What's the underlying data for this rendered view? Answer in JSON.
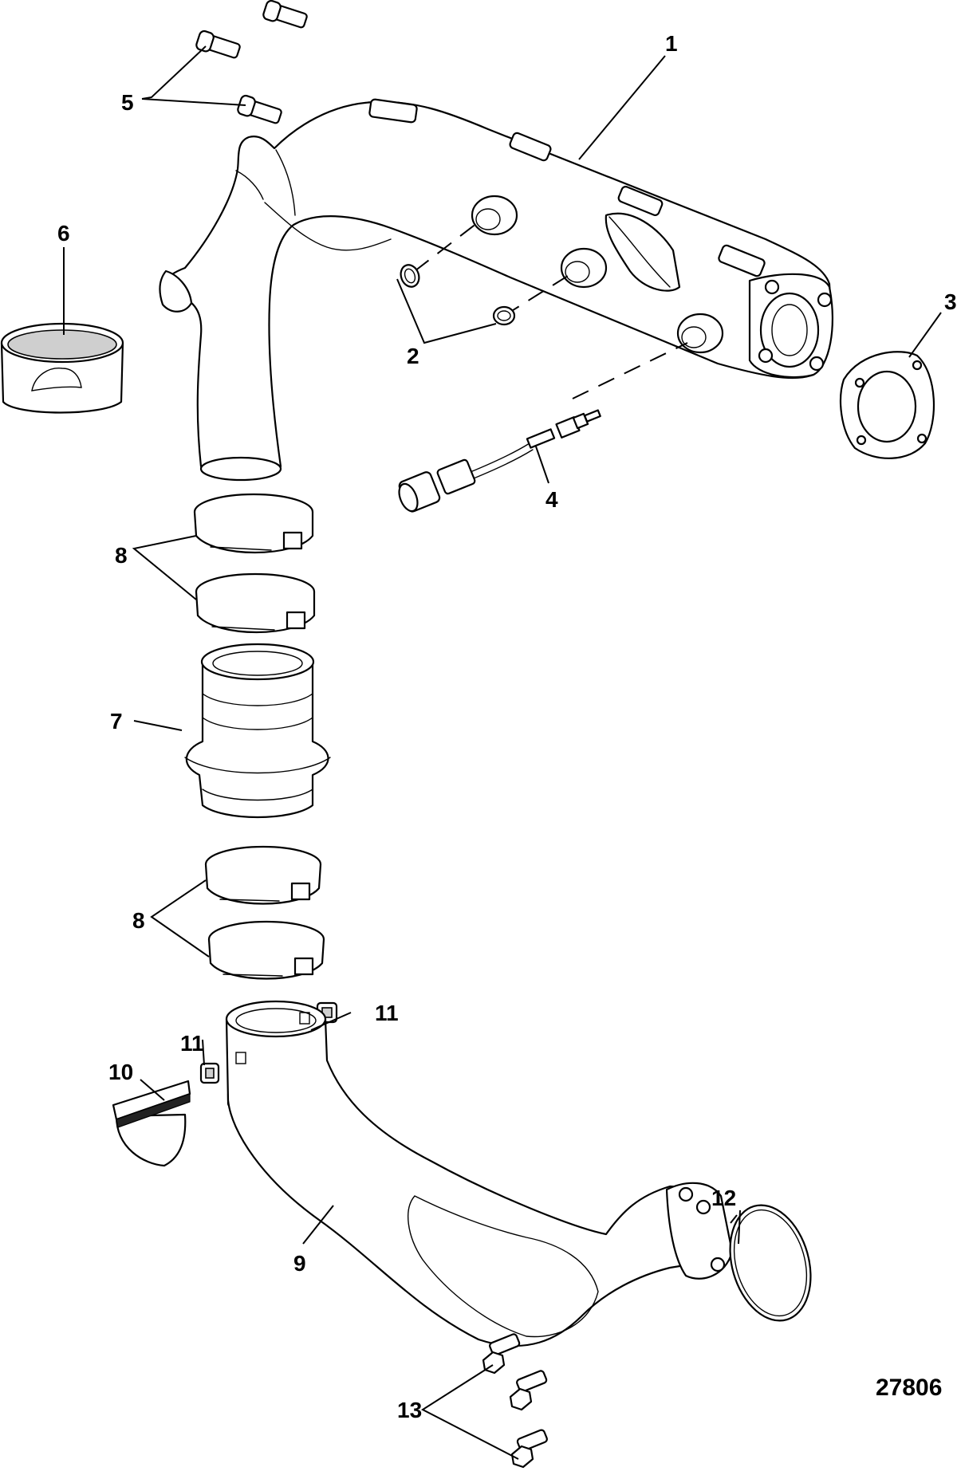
{
  "figure_number": "27806",
  "callouts": {
    "c1": "1",
    "c2": "2",
    "c3": "3",
    "c4": "4",
    "c5": "5",
    "c6": "6",
    "c7": "7",
    "c8a": "8",
    "c8b": "8",
    "c9": "9",
    "c10": "10",
    "c11a": "11",
    "c11b": "11",
    "c12": "12",
    "c13": "13"
  }
}
